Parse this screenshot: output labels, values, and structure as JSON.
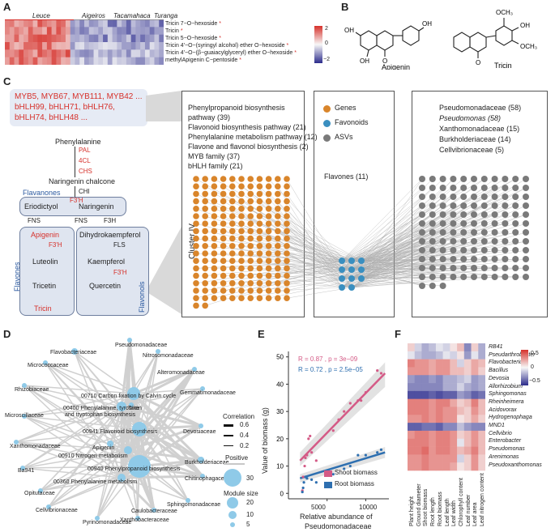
{
  "panels": {
    "A": "A",
    "B": "B",
    "C": "C",
    "D": "D",
    "E": "E",
    "F": "F"
  },
  "panelA": {
    "groups": [
      "Leuce",
      "Aigeiros",
      "Tacamahaca",
      "Turanga"
    ],
    "rows": [
      "Tricin 7−O−hexoside",
      "Tricin",
      "Tricin 5−O−hexoside",
      "Tricin 4'−O−(syringyl alcohol) ether O−hexoside",
      "Tricin 4'−O−(β−guaiacylglyceryl) ether O−hexoside",
      "methylApigenin C−pentoside"
    ],
    "star": "*",
    "scale_ticks": [
      "2",
      "0",
      "−2"
    ],
    "colors": {
      "high": "#d6312b",
      "low": "#2c2c8c",
      "mid": "#f7f7f7"
    }
  },
  "panelB": {
    "left_name": "Apigenin",
    "right_name": "Tricin",
    "oh": "OH",
    "o": "O",
    "och3": "OCH₃"
  },
  "panelC": {
    "genes_text": [
      "MYB5, MYB67, MYB111, MYB42 ...",
      "bHLH99, bHLH71, bHLH76,",
      "bHLH74, bHLH48 ..."
    ],
    "pathway": {
      "phenylalanine": "Phenylalanine",
      "enzymes1": [
        "PAL",
        "4CL",
        "CHS"
      ],
      "naringenin_chalcone": "Naringenin chalcone",
      "chi": "CHI",
      "flavanones": "Flavanones",
      "eriodictyol": "Eriodictyol",
      "f3h_prime": "F3'H",
      "naringenin": "Naringenin",
      "fns": "FNS",
      "fns2": "FNS",
      "f3h": "F3H",
      "apigenin": "Apigenin",
      "f3h_prime2": "F3'H",
      "luteolin": "Luteolin",
      "tricetin": "Tricetin",
      "tricin": "Tricin",
      "flavones_label": "Flavones",
      "dihydrokaempferol": "Dihydrokaempferol",
      "fls": "FLS",
      "kaempferol": "Kaempferol",
      "f3h_prime3": "F3'H",
      "quercetin": "Quercetin",
      "flavonols_label": "Flavonols"
    },
    "cluster_label": "Cluster IV",
    "box1_lines": [
      "Phenylpropanoid biosynthesis",
      "pathway (39)",
      "Flavonoid biosynthesis pathway (21)",
      "Phenylalanine metabolism pathway (12)",
      "Flavone and flavonol biosynthesis (2)",
      "MYB  family (37)",
      "bHLH family (21)"
    ],
    "legend": [
      "Genes",
      "Favonoids",
      "ASVs"
    ],
    "legend_colors": [
      "#d9852b",
      "#3a8fc0",
      "#7a7a7a"
    ],
    "flavones_count": "Flavones (11)",
    "box3_lines": [
      "Pseudomonadaceae (58)",
      "Pseudomonas (58)",
      "Xanthomonadaceae (15)",
      "Burkholderiaceae (14)",
      "Cellvibrionaceae (5)"
    ]
  },
  "panelD": {
    "nodes": [
      "Pseudomonadaceae",
      "Flavobacteriaceae",
      "Nitrosomonadaceae",
      "Micrococcaceae",
      "Alteromonadaceae",
      "Rhizobiaceae",
      "00710 Carbon fixation by Calvin cycle",
      "Gemmatimonadaceae",
      "00400 Phenylalanine, tyrosine",
      "and tryptophan biosynthesis",
      "Tricin",
      "Microscillaceae",
      "00941 Flavonoid biosynthesis",
      "Devosiaceae",
      "Xanthomonadaceae",
      "Apigenin",
      "00910 Nitrogen metabolism",
      "Burkholderiaceae",
      "Ba941",
      "00940 Phenylpropanoid biosynthesis",
      "00360 Phenylalanine metabolism",
      "Chitinophagaceae",
      "Opitutaceae",
      "Sphingomonadaceae",
      "Cellvibrionaceae",
      "Caulobacteraceae",
      "Pyrinomonadaceae",
      "Xanthobacteraceae"
    ],
    "correlation_title": "Correlation",
    "correlation_ticks": [
      "0.6",
      "0.4",
      "0.2"
    ],
    "positive": "Positive",
    "module_title": "Module size",
    "module_ticks": [
      "30",
      "20",
      "10",
      "5"
    ]
  },
  "panelE": {
    "xlabel_1": "Relative abundance of",
    "xlabel_2": "Pseudomonadaceae",
    "ylabel": "Value of biomass (g)",
    "stat_shoot": "R = 0.87 , p = 3e−09",
    "stat_root": "R = 0.72 , p = 2.5e−05",
    "legend": [
      "Shoot biomass",
      "Root biomass"
    ],
    "x_ticks": [
      "5000",
      "10000"
    ],
    "y_ticks": [
      "0",
      "10",
      "20",
      "30",
      "40",
      "50"
    ]
  },
  "panelF": {
    "rows": [
      "RB41",
      "Pseudarthrobacter",
      "Flavobacterium",
      "Bacillus",
      "Devosia",
      "Allorhizobium",
      "Sphingomonas",
      "Rheinheimera",
      "Acidovorax",
      "Hydrogenophaga",
      "MND1",
      "Cellvibrio",
      "Enterobacter",
      "Pseudomonas",
      "Arenimonas",
      "Pseudoxanthomonas"
    ],
    "cols": [
      "Plant height",
      "Ground diameter",
      "Shoot biomass",
      "Root length",
      "Root biomass",
      "Leaf length",
      "Leaf width",
      "Chlorophyll content",
      "Leaf number",
      "Leaf area",
      "Leaf nitrogen content"
    ],
    "scale_ticks": [
      "0.5",
      "0",
      "−0.5"
    ]
  }
}
